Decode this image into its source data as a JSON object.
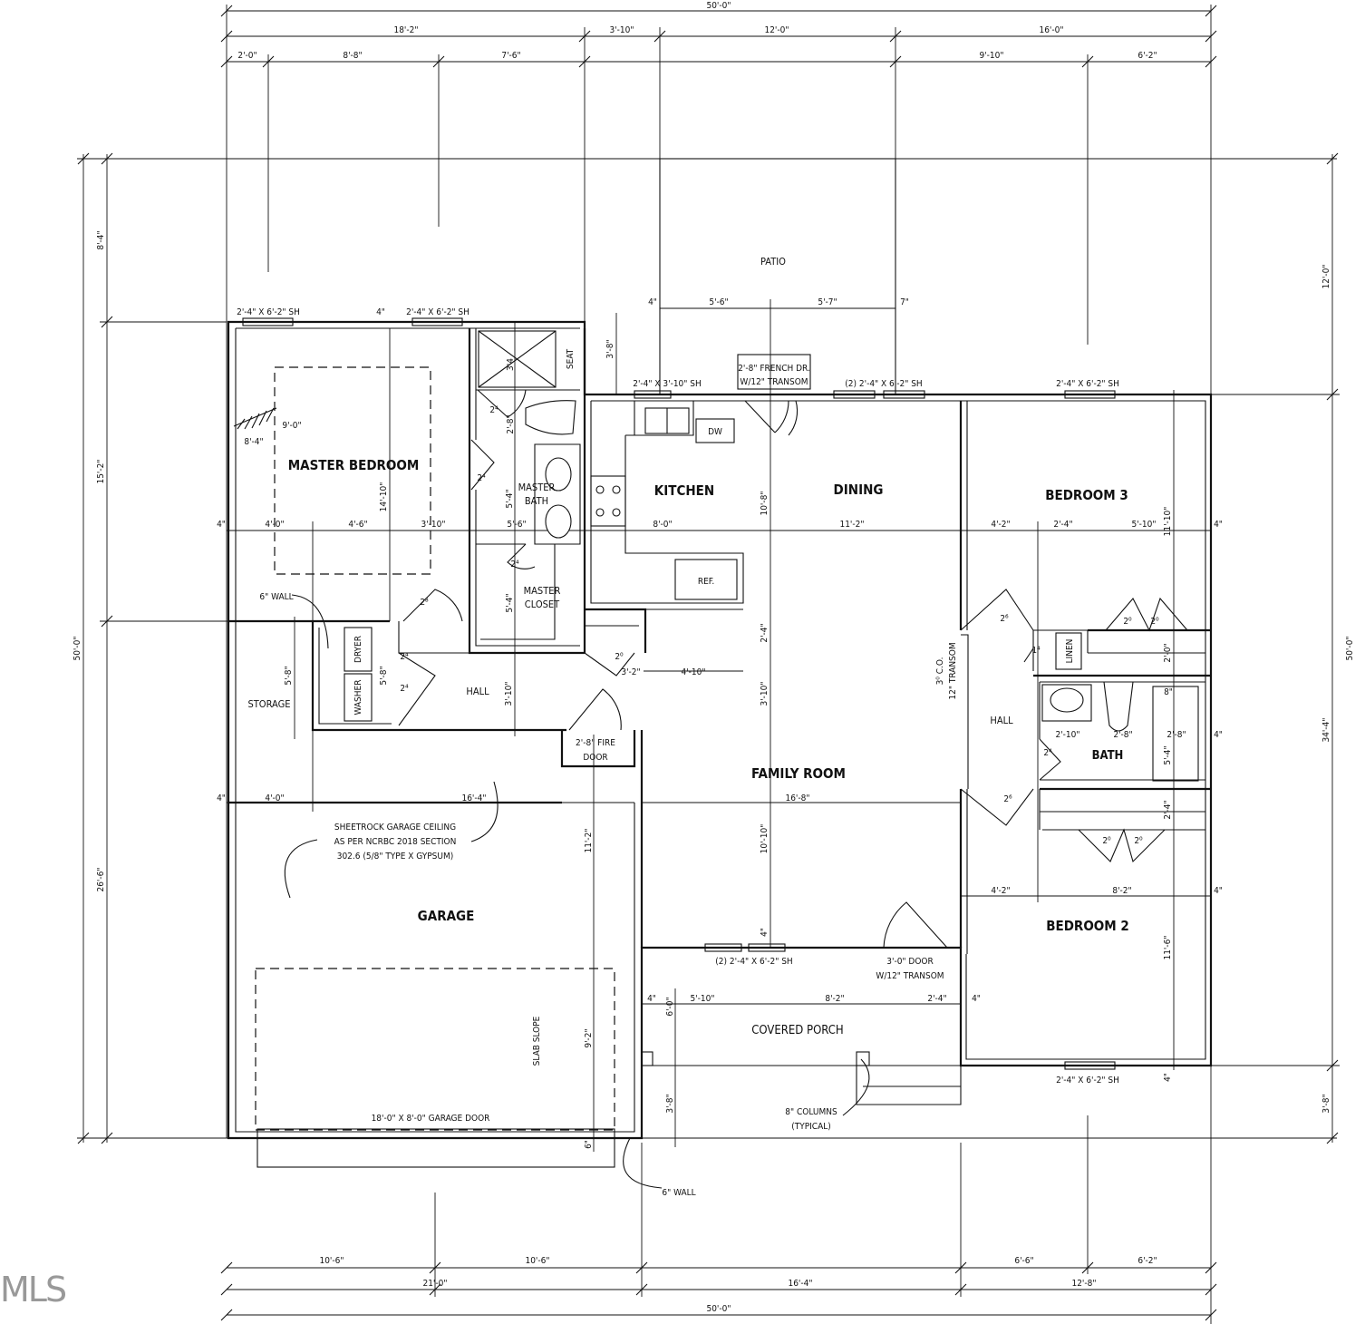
{
  "watermark": "MLS",
  "rooms": {
    "patio": "PATIO",
    "master_bedroom": "MASTER BEDROOM",
    "master_bath_1": "MASTER",
    "master_bath_2": "BATH",
    "master_closet_1": "MASTER",
    "master_closet_2": "CLOSET",
    "kitchen": "KITCHEN",
    "dining": "DINING",
    "bedroom3": "BEDROOM 3",
    "storage": "STORAGE",
    "hall_left": "HALL",
    "hall_right": "HALL",
    "family_room": "FAMILY ROOM",
    "garage": "GARAGE",
    "bath": "BATH",
    "bedroom2": "BEDROOM 2",
    "covered_porch": "COVERED PORCH"
  },
  "fixtures": {
    "seat": "SEAT",
    "dw": "DW",
    "ref": "REF.",
    "dryer": "DRYER",
    "washer": "WASHER",
    "linen": "LINEN"
  },
  "notes": {
    "window_mb1": "2'-4\" X 6'-2\" SH",
    "window_mb2": "2'-4\" X 6'-2\" SH",
    "window_k": "2'-4\" X 3'-10\" SH",
    "french_dr_1": "2'-8\" FRENCH DR.",
    "french_dr_2": "W/12\" TRANSOM",
    "window_dining": "(2) 2'-4\" X 6'-2\" SH",
    "window_b3": "2'-4\" X 6'-2\" SH",
    "window_b2": "2'-4\" X 6'-2\" SH",
    "window_fr": "(2) 2'-4\" X 6'-2\" SH",
    "door_front_1": "3'-0\" DOOR",
    "door_front_2": "W/12\" TRANSOM",
    "fire_door_1": "2'-8\" FIRE",
    "fire_door_2": "DOOR",
    "wall_6_top": "6\" WALL",
    "wall_6_bottom": "6\" WALL",
    "sheetrock_1": "SHEETROCK GARAGE CEILING",
    "sheetrock_2": "AS PER NCRBC 2018 SECTION",
    "sheetrock_3": "302.6 (5/8\" TYPE X GYPSUM)",
    "slab_slope": "SLAB SLOPE",
    "garage_door": "18'-0\" X 8'-0\" GARAGE DOOR",
    "columns_1": "8\" COLUMNS",
    "columns_2": "(TYPICAL)",
    "co_1": "3⁰ C.O.",
    "co_2": "12\" TRANSOM"
  },
  "dims": {
    "overall_top": "50'-0\"",
    "top_18_2": "18'-2\"",
    "top_3_10": "3'-10\"",
    "top_12_0": "12'-0\"",
    "top_16_0": "16'-0\"",
    "top_2_0": "2'-0\"",
    "top_8_8": "8'-8\"",
    "top_7_6": "7'-6\"",
    "top_9_10": "9'-10\"",
    "top_6_2": "6'-2\"",
    "left_8_4": "8'-4\"",
    "left_15_2": "15'-2\"",
    "left_50_0": "50'-0\"",
    "left_26_6": "26'-6\"",
    "right_12_0": "12'-0\"",
    "right_50_0": "50'-0\"",
    "right_34_4": "34'-4\"",
    "right_3_8": "3'-8\"",
    "patio_4": "4\"",
    "patio_5_6": "5'-6\"",
    "patio_5_7": "5'-7\"",
    "patio_7": "7\"",
    "v_3_8": "3'-8\"",
    "v_4_a": "4\"",
    "v_3_4": "3'4",
    "mb_9_0": "9'-0\"",
    "mb_8_4": "8'-4\"",
    "mb_14_10": "14'-10\"",
    "row1_4": "4\"",
    "row1_4_0": "4'-0\"",
    "row1_4_6": "4'-6\"",
    "row1_3_10": "3'-10\"",
    "row1_5_6": "5'-6\"",
    "row1_8_0": "8'-0\"",
    "row1_11_2": "11'-2\"",
    "row1_4_2": "4'-2\"",
    "row1_2_4": "2'-4\"",
    "row1_5_10": "5'-10\"",
    "row1_4_r": "4\"",
    "k_10_8": "10'-8\"",
    "b3_11_10": "11'-10\"",
    "bath_5_4a": "5'-4\"",
    "bath_5_4b": "5'-4\"",
    "bath_2_4": "2⁴",
    "bath_2_8": "2'-8\"",
    "cl_2_4a": "2⁴",
    "cl_2_4b": "2⁴",
    "wall_6": "6\" WALL",
    "hall_2_8": "2⁸",
    "hall_2_4a": "2⁴",
    "hall_2_4b": "2⁴",
    "hall_5_8a": "5'-8\"",
    "hall_5_8b": "5'-8\"",
    "hall_3_10": "3'-10\"",
    "hall_2_0": "2⁰",
    "hall_3_2": "3'-2\"",
    "hall_4_10": "4'-10\"",
    "hall_2_4c": "2'-4\"",
    "fr_3_10": "3'-10\"",
    "rh_2_6a": "2⁶",
    "rh_1_4": "1⁴",
    "rh_2_0a": "2⁰",
    "rh_2_0b": "2⁰",
    "rh_2_0c": "2'-0\"",
    "rh_8": "8\"",
    "rh_2_10": "2'-10\"",
    "rh_2_8": "2'-8\"",
    "rh_2_8b": "2'-8\"",
    "rh_4": "4\"",
    "rh_2_4": "2⁴",
    "rh_5_4": "5'-4\"",
    "rh_2_6b": "2⁶",
    "rh_2_4b": "2'-4\"",
    "rh_2_0d": "2⁰",
    "rh_2_0e": "2⁰",
    "row2_4": "4\"",
    "row2_4_0": "4'-0\"",
    "row2_16_4": "16'-4\"",
    "row2_16_8": "16'-8\"",
    "g_11_2": "11'-2\"",
    "fr_10_10": "10'-10\"",
    "b2_4_2": "4'-2\"",
    "b2_8_2": "8'-2\"",
    "b2_4": "4\"",
    "b2_11_6": "11'-6\"",
    "fr_4": "4\"",
    "porch_4a": "4\"",
    "porch_6_0": "6'-0\"",
    "porch_5_10": "5'-10\"",
    "porch_8_2": "8'-2\"",
    "porch_2_4": "2'-4\"",
    "porch_4b": "4\"",
    "g_9_2": "9'-2\"",
    "porch_3_8": "3'-8\"",
    "b2_4b": "4\"",
    "g_6": "6\"",
    "bot_10_6a": "10'-6\"",
    "bot_10_6b": "10'-6\"",
    "bot_6_6": "6'-6\"",
    "bot_6_2": "6'-2\"",
    "bot_21_0": "21'-0\"",
    "bot_16_4": "16'-4\"",
    "bot_12_8": "12'-8\"",
    "bot_50_0": "50'-0\""
  }
}
